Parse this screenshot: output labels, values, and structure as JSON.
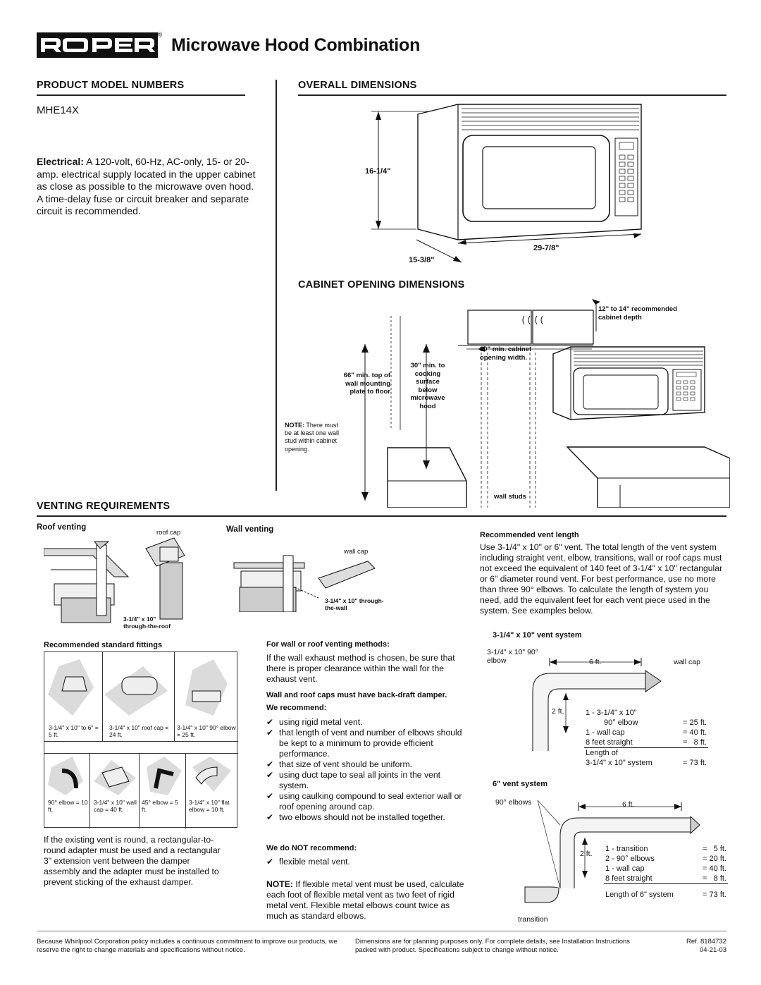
{
  "brand": "ROPER",
  "brand_mark": "®",
  "title": "Microwave Hood Combination",
  "product": {
    "heading": "PRODUCT MODEL NUMBERS",
    "model": "MHE14X",
    "electrical_label": "Electrical:",
    "electrical_text": "A 120-volt, 60-Hz, AC-only, 15- or 20-amp. electrical supply located in the upper cabinet as close as possible to the microwave oven hood. A time-delay fuse or circuit breaker and separate circuit is recommended."
  },
  "overall": {
    "heading": "OVERALL DIMENSIONS",
    "height": "16-1/4\"",
    "width": "29-7/8\"",
    "depth": "15-3/8\""
  },
  "cabinet": {
    "heading": "CABINET OPENING DIMENSIONS",
    "depth_note": "12\" to 14\" recommended cabinet depth",
    "opening_width": "30\" min. cabinet opening width.",
    "to_cooking": "30\" min. to cooking surface below microwave hood",
    "to_floor": "66\" min. top of wall mounting plate to floor",
    "note_label": "NOTE:",
    "note_text": "There must be at least one wall stud within cabinet opening.",
    "wall_studs": "wall studs"
  },
  "venting": {
    "heading": "VENTING REQUIREMENTS",
    "roof_venting": "Roof venting",
    "roof_cap": "roof cap",
    "roof_duct": "3-1/4\" x 10\" through-the-roof",
    "wall_venting": "Wall venting",
    "wall_cap": "wall cap",
    "wall_duct": "3-1/4\" x 10\" through-the-wall",
    "fittings_heading": "Recommended standard fittings",
    "fittings_row1": [
      "3-1/4\" x 10\" to 6\" = 5 ft.",
      "3-1/4\" x 10\" roof cap = 24 ft.",
      "3-1/4\" x 10\" 90° elbow = 25 ft."
    ],
    "fittings_row2": [
      "90° elbow = 10 ft.",
      "3-1/4\" x 10\" wall cap = 40 ft.",
      "45° elbow = 5 ft.",
      "3-1/4\" x 10\" flat elbow = 10 ft."
    ],
    "round_vent_note": "If the existing vent is round, a rectangular-to-round adapter must be used and a rectangular 3\" extension vent between the damper assembly and the adapter must be installed to prevent sticking of the exhaust damper.",
    "methods_heading": "For wall or roof venting methods:",
    "methods_text": "If the wall exhaust method is chosen, be sure that there is proper clearance within the wall for the exhaust vent.",
    "damper_note": "Wall and roof caps must have back-draft damper.",
    "recommend_heading": "We recommend:",
    "recommend_items": [
      "using rigid metal vent.",
      "that length of vent and number of elbows should be kept to a minimum to provide efficient performance.",
      "that size of vent should be uniform.",
      "using duct tape to seal all joints in the vent system.",
      "using caulking compound to seal exterior wall or roof opening around cap.",
      "two elbows should not be installed together."
    ],
    "not_recommend_heading": "We do NOT recommend:",
    "not_recommend_items": [
      "flexible metal vent."
    ],
    "flex_note_label": "NOTE:",
    "flex_note_text": "If flexible metal vent must be used, calculate each foot of flexible metal vent as two feet of rigid metal vent. Flexible metal elbows count twice as much as standard elbows.",
    "length_heading": "Recommended vent length",
    "length_text": "Use 3-1/4\" x 10\" or 6\" vent. The total length of the vent system including straight vent, elbow, transitions, wall or roof caps must not exceed the equivalent of 140 feet of 3-1/4\" x 10\" rectangular or 6\" diameter round vent. For best performance, use no more than three 90° elbows. To calculate the length of system you need, add the equivalent feet for each vent piece used in the system. See examples below."
  },
  "system_rect": {
    "heading": "3-1/4\" x 10\" vent system",
    "elbow_label": "3-1/4\" x 10\" 90° elbow",
    "run_label": "6 ft.",
    "cap_label": "wall cap",
    "rise_label": "2 ft.",
    "rows": [
      [
        "1 - 3-1/4\" x 10\"",
        ""
      ],
      [
        "90° elbow",
        "= 25 ft."
      ],
      [
        "1 - wall cap",
        "= 40 ft."
      ],
      [
        "8 feet straight",
        "=   8 ft."
      ],
      [
        "Length of",
        ""
      ],
      [
        "3-1/4\" x 10\" system",
        "= 73 ft."
      ]
    ]
  },
  "system_round": {
    "heading": "6\" vent system",
    "elbow_label": "90° elbows",
    "run_label": "6 ft.",
    "rise_label": "2 ft.",
    "transition_label": "transition",
    "rows": [
      [
        "1 - transition",
        "=   5 ft."
      ],
      [
        "2 - 90° elbows",
        "= 20 ft."
      ],
      [
        "1 - wall cap",
        "= 40 ft."
      ],
      [
        "8 feet straight",
        "=   8 ft."
      ]
    ],
    "total": [
      "Length of 6\" system",
      "= 73 ft."
    ]
  },
  "footer": {
    "policy": "Because Whirlpool Corporation policy includes a continuous commitment to improve our products, we reserve the right to change materials and specifications without notice.",
    "dimensions": "Dimensions are for planning purposes only.  For complete details, see Installation Instructions packed with product.  Specifications subject to change without notice.",
    "ref": "Ref. 8184732",
    "date": "04-21-03"
  }
}
